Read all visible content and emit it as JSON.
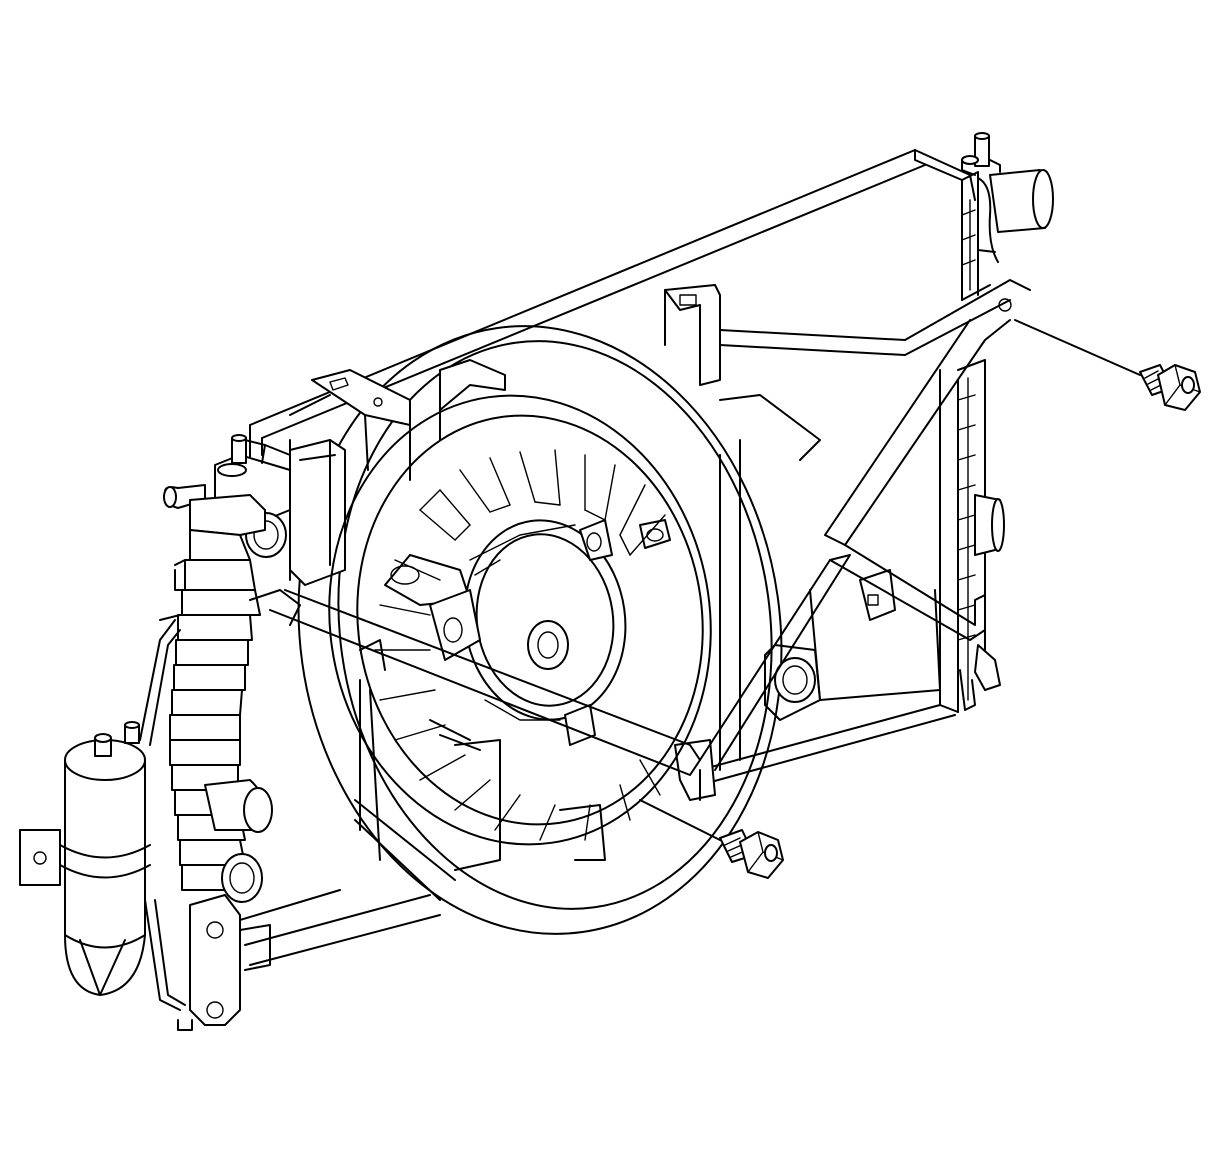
{
  "figure": {
    "type": "line-art technical illustration",
    "line_color": "#000000",
    "background_color": "#ffffff",
    "components": [
      "radiator",
      "cooling-fan-shroud",
      "cooling-fan",
      "fan-motor",
      "shroud-support-frame",
      "accumulator",
      "mounting-bolt-upper-right",
      "mounting-bolt-lower-center",
      "radiator-inlet-hose-neck",
      "radiator-outlet-hose-neck"
    ]
  }
}
